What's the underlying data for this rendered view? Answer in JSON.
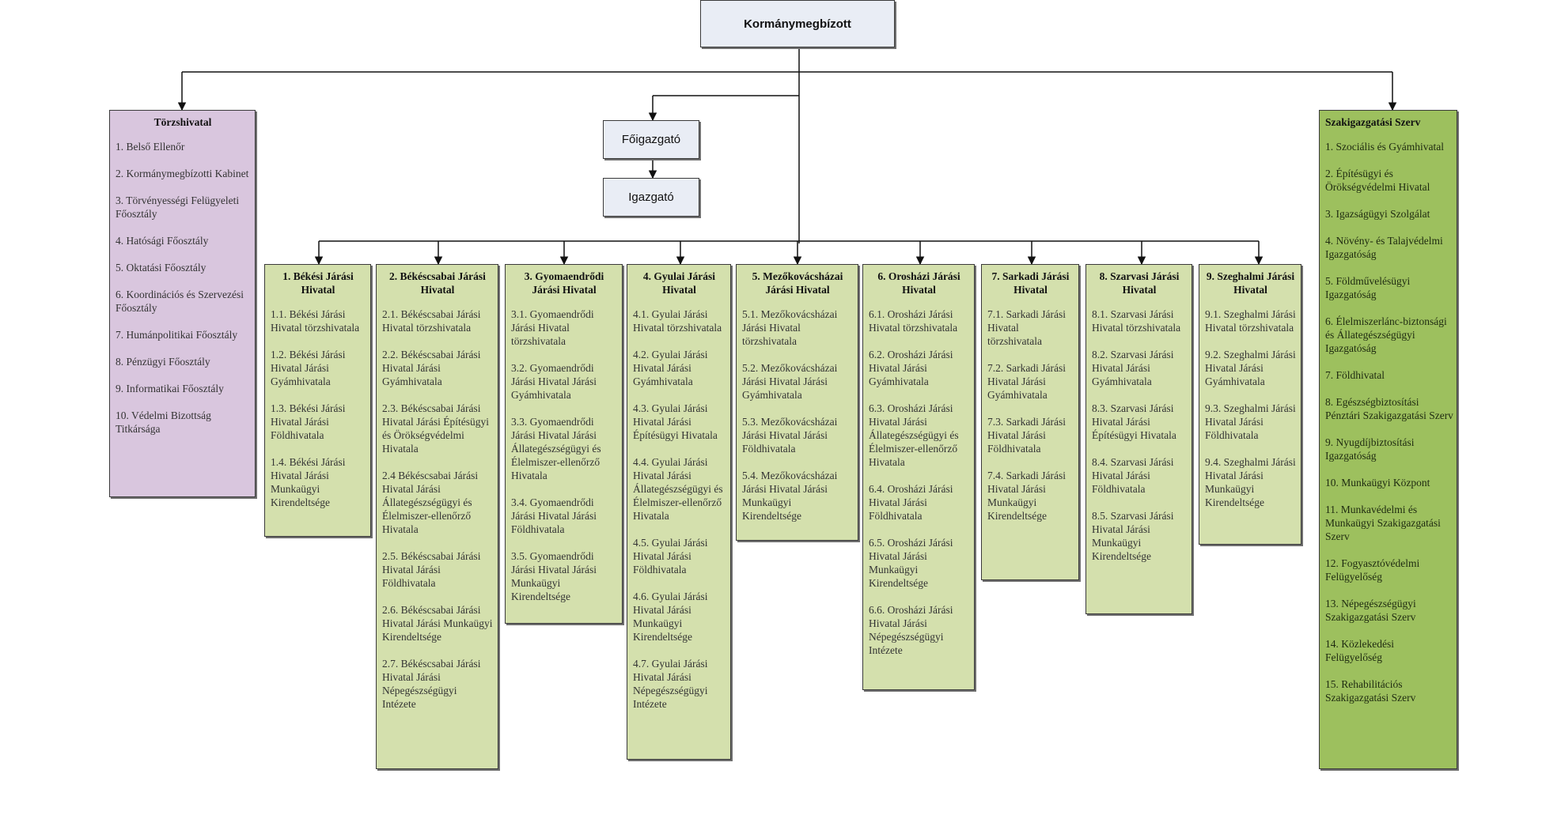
{
  "top": {
    "kormanymegbizott": "Kormánymegbízott",
    "foigazgato": "Főigazgató",
    "igazgato": "Igazgató"
  },
  "torzshivatal": {
    "title": "Törzshivatal",
    "items": [
      "1. Belső Ellenőr",
      "2. Kormánymegbízotti Kabinet",
      "3. Törvényességi Felügyeleti Főosztály",
      "4. Hatósági Főosztály",
      "5. Oktatási Főosztály",
      "6. Koordinációs és Szervezési Főosztály",
      "7. Humánpolitikai Főosztály",
      "8. Pénzügyi Főosztály",
      "9. Informatikai Főosztály",
      "10. Védelmi Bizottság Titkársága"
    ]
  },
  "szakigazgatasi": {
    "title": "Szakigazgatási Szerv",
    "items": [
      "1. Szociális és Gyámhivatal",
      "2. Építésügyi és Örökségvédelmi Hivatal",
      "3. Igazságügyi Szolgálat",
      "4. Növény- és Talajvédelmi Igazgatóság",
      "5. Földművelésügyi Igazgatóság",
      "6. Élelmiszerlánc-biztonsági és Állategészségügyi Igazgatóság",
      "7. Földhivatal",
      "8. Egészségbiztosítási Pénztári Szakigazgatási Szerv",
      "9. Nyugdíjbiztosítási Igazgatóság",
      "10. Munkaügyi Központ",
      "11. Munkavédelmi és Munkaügyi Szakigazgatási Szerv",
      "12. Fogyasztóvédelmi Felügyelőség",
      "13. Népegészségügyi Szakigazgatási Szerv",
      "14. Közlekedési Felügyelőség",
      "15. Rehabilitációs Szakigazgatási Szerv"
    ]
  },
  "jarasi": [
    {
      "title": "1. Békési Járási Hivatal",
      "items": [
        "1.1. Békési Járási Hivatal törzshivatala",
        "1.2. Békési Járási Hivatal Járási Gyámhivatala",
        "1.3. Békési Járási Hivatal Járási Földhivatala",
        "1.4. Békési Járási Hivatal Járási Munkaügyi Kirendeltsége"
      ]
    },
    {
      "title": "2. Békéscsabai Járási Hivatal",
      "items": [
        "2.1. Békéscsabai Járási Hivatal törzshivatala",
        "2.2. Békéscsabai Járási Hivatal Járási Gyámhivatala",
        "2.3. Békéscsabai Járási Hivatal Járási Építésügyi és Örökségvédelmi Hivatala",
        "2.4 Békéscsabai Járási Hivatal Járási Állategészségügyi és Élelmiszer-ellenőrző Hivatala",
        "2.5. Békéscsabai Járási Hivatal Járási Földhivatala",
        "2.6. Békéscsabai Járási Hivatal Járási Munkaügyi Kirendeltsége",
        "2.7. Békéscsabai Járási Hivatal Járási Népegészségügyi Intézete"
      ]
    },
    {
      "title": "3. Gyomaendrődi Járási Hivatal",
      "items": [
        "3.1. Gyomaendrődi Járási Hivatal törzshivatala",
        "3.2. Gyomaendrődi Járási Hivatal Járási Gyámhivatala",
        "3.3. Gyomaendrődi Járási Hivatal Járási Állategészségügyi és Élelmiszer-ellenőrző Hivatala",
        "3.4. Gyomaendrődi Járási Hivatal Járási Földhivatala",
        "3.5. Gyomaendrődi Járási Hivatal Járási Munkaügyi Kirendeltsége"
      ]
    },
    {
      "title": "4. Gyulai Járási Hivatal",
      "items": [
        "4.1. Gyulai Járási Hivatal törzshivatala",
        "4.2. Gyulai Járási Hivatal Járási Gyámhivatala",
        "4.3. Gyulai Járási Hivatal Járási Építésügyi Hivatala",
        "4.4. Gyulai Járási Hivatal Járási Állategészségügyi és Élelmiszer-ellenőrző Hivatala",
        "4.5. Gyulai Járási Hivatal Járási Földhivatala",
        "4.6. Gyulai Járási Hivatal Járási Munkaügyi Kirendeltsége",
        "4.7. Gyulai Járási Hivatal Járási Népegészségügyi Intézete"
      ]
    },
    {
      "title": "5. Mezőkovácsházai Járási Hivatal",
      "items": [
        "5.1. Mezőkovácsházai Járási Hivatal törzshivatala",
        "5.2. Mezőkovácsházai Járási Hivatal Járási Gyámhivatala",
        "5.3. Mezőkovácsházai Járási Hivatal Járási Földhivatala",
        "5.4. Mezőkovácsházai Járási Hivatal Járási Munkaügyi Kirendeltsége"
      ]
    },
    {
      "title": "6. Orosházi Járási Hivatal",
      "items": [
        "6.1. Orosházi Járási Hivatal törzshivatala",
        "6.2. Orosházi Járási Hivatal Járási Gyámhivatala",
        "6.3. Orosházi Járási Hivatal Járási Állategészségügyi és Élelmiszer-ellenőrző Hivatala",
        "6.4. Orosházi Járási Hivatal Járási Földhivatala",
        "6.5. Orosházi Járási Hivatal Járási Munkaügyi Kirendeltsége",
        "6.6. Orosházi Járási Hivatal Járási Népegészségügyi Intézete"
      ]
    },
    {
      "title": "7. Sarkadi Járási Hivatal",
      "items": [
        "7.1. Sarkadi Járási Hivatal törzshivatala",
        "7.2. Sarkadi Járási Hivatal Járási Gyámhivatala",
        "7.3. Sarkadi Járási Hivatal Járási Földhivatala",
        "7.4. Sarkadi Járási Hivatal Járási Munkaügyi Kirendeltsége"
      ]
    },
    {
      "title": "8. Szarvasi Járási Hivatal",
      "items": [
        "8.1. Szarvasi Járási Hivatal törzshivatala",
        "8.2. Szarvasi Járási Hivatal Járási Gyámhivatala",
        "8.3. Szarvasi Járási Hivatal Járási Építésügyi Hivatala",
        "8.4. Szarvasi Járási Hivatal Járási Földhivatala",
        "8.5. Szarvasi Járási Hivatal Járási Munkaügyi Kirendeltsége"
      ]
    },
    {
      "title": "9. Szeghalmi Járási Hivatal",
      "items": [
        "9.1. Szeghalmi Járási Hivatal törzshivatala",
        "9.2. Szeghalmi Járási Hivatal Járási Gyámhivatala",
        "9.3. Szeghalmi Járási Hivatal Járási Földhivatala",
        "9.4. Szeghalmi Járási Hivatal Járási Munkaügyi Kirendeltsége"
      ]
    }
  ]
}
